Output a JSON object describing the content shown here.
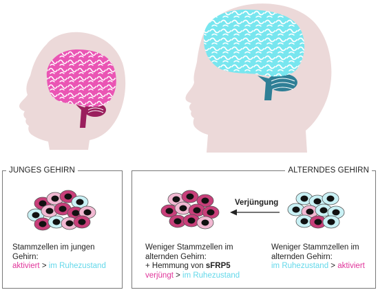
{
  "panels": {
    "young": {
      "title": "JUNGES GEHIRN",
      "caption_line1": "Stammzellen im jungen",
      "caption_line2": "Gehirn:",
      "state_active": "aktiviert",
      "separator": " > ",
      "state_resting": "im Ruhezustand"
    },
    "old": {
      "title": "ALTERNDES GEHIRN",
      "left_caption_line1": "Weniger Stammzellen im",
      "left_caption_line2": "alternden Gehirn:",
      "left_caption_line3_prefix": "+ Hemmung von ",
      "left_caption_line3_bold": "sFRP5",
      "left_state_rejuvenated": "verjüngt",
      "left_separator": " > ",
      "left_state_resting": "im Ruhezustand",
      "right_caption_line1": "Weniger Stammzellen im",
      "right_caption_line2": "alternden Gehirn:",
      "right_state_resting": "im Ruhezustand",
      "right_separator": " > ",
      "right_state_active": "aktiviert",
      "arrow_label": "Verjüngung"
    }
  },
  "colors": {
    "pink": "#e0349a",
    "cyan": "#63d8ea",
    "skin": "#ecd9d9",
    "brain_young": "#ea55b4",
    "brain_old": "#78e6ef",
    "stem_young": "#9a1f5d",
    "stem_old": "#2f7f96",
    "cell_magenta": "#c83f7a",
    "cell_light_pink": "#f2b8d2",
    "cell_light_cyan": "#c9f1f5"
  },
  "icons": {
    "child_head": "child-head-silhouette",
    "adult_head": "adult-head-silhouette",
    "arrow": "arrow-left"
  }
}
